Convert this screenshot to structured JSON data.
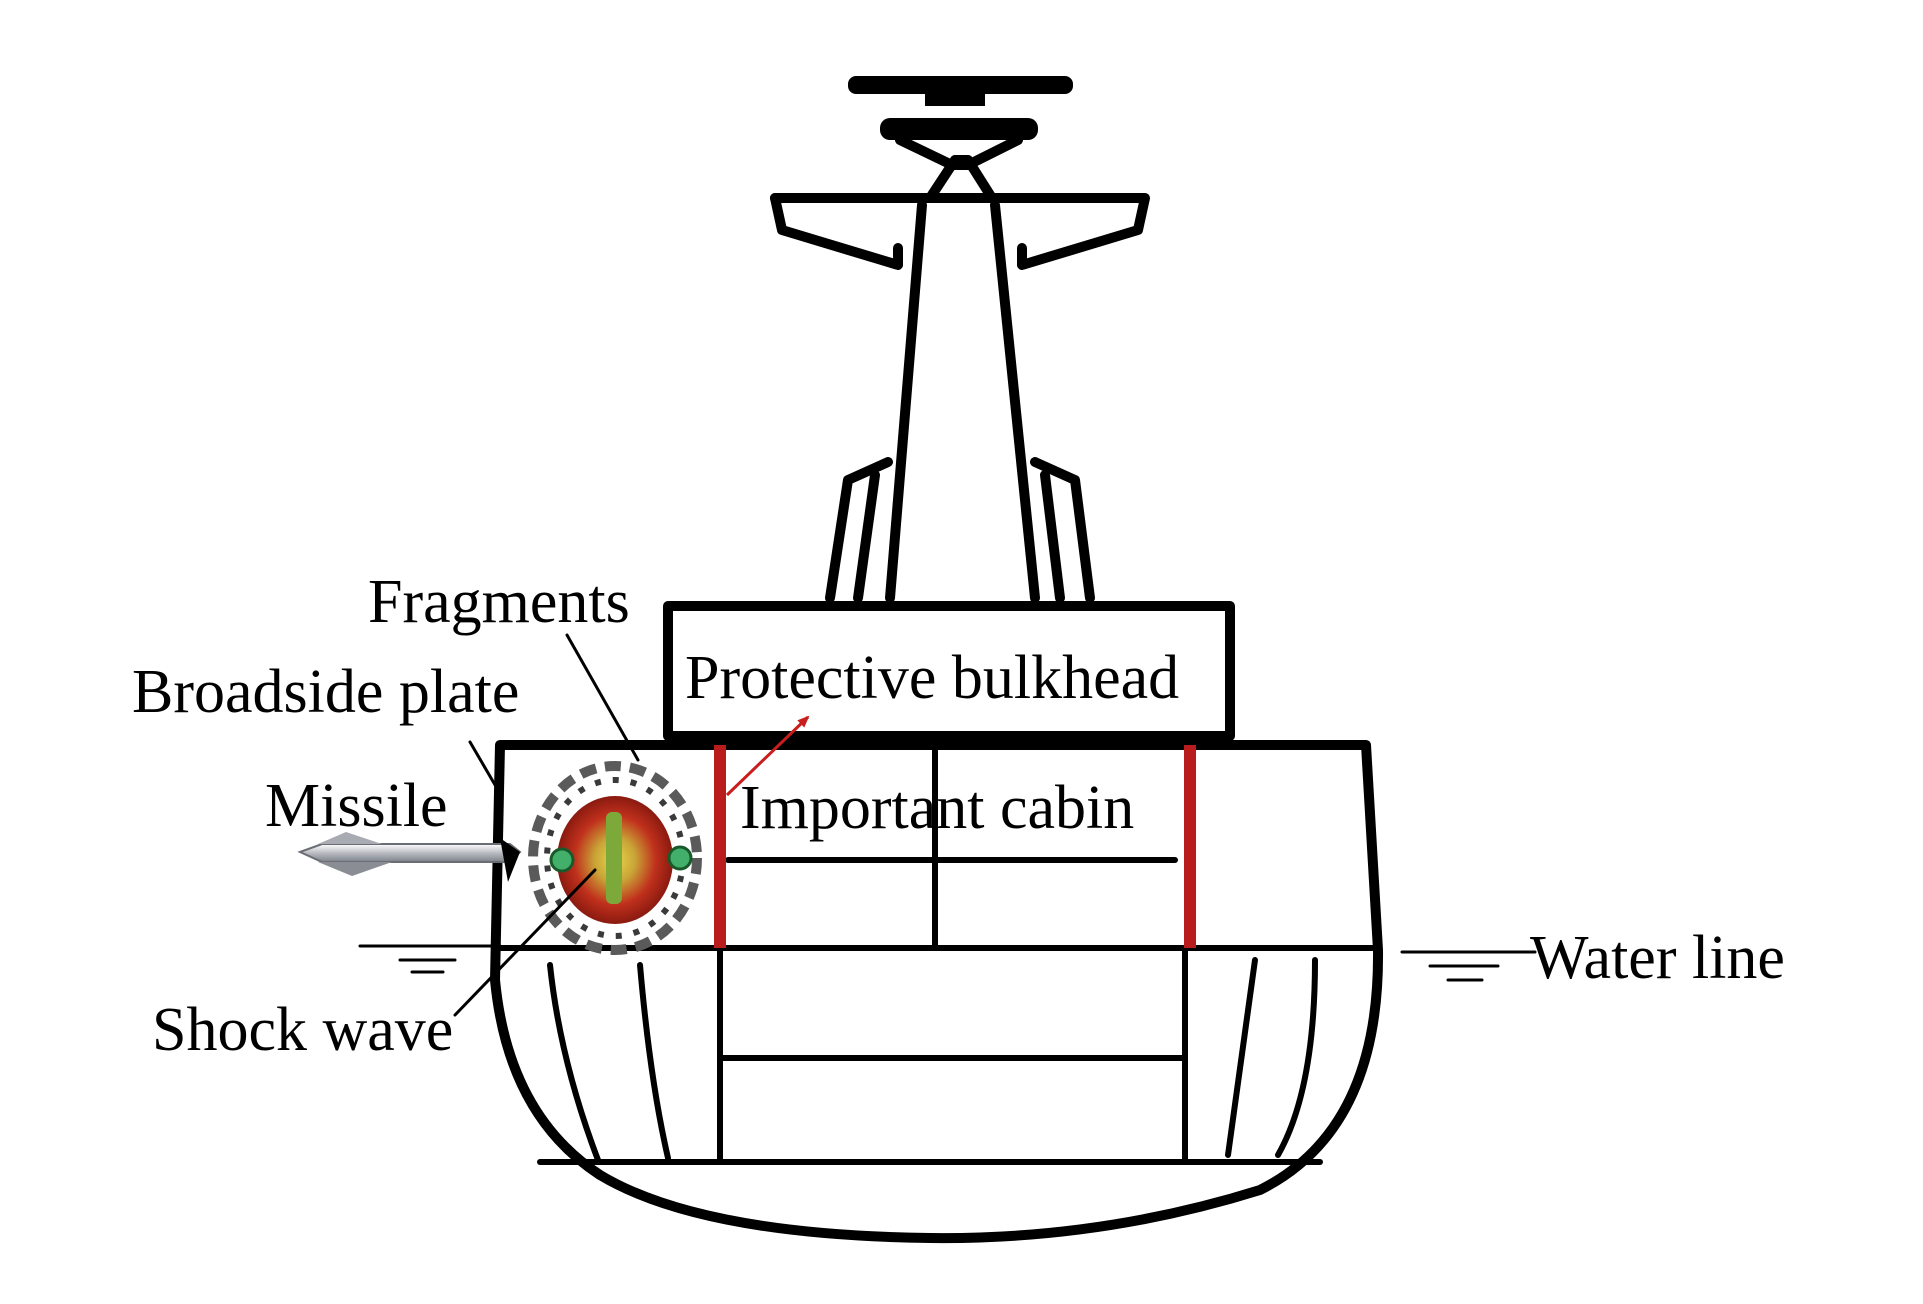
{
  "labels": {
    "fragments": "Fragments",
    "broadside_plate": "Broadside plate",
    "missile": "Missile",
    "shock_wave": "Shock wave",
    "protective_bulkhead": "Protective bulkhead",
    "important_cabin": "Important cabin",
    "water_line": "Water line"
  },
  "colors": {
    "outline": "#000000",
    "bulkhead": "#b81c1c",
    "arrow": "#c81e1e",
    "explosion_core": "#c0301c",
    "explosion_inner": "#7da83a",
    "fragment": "#5a5a5a",
    "missile_body": "#c8ccd0"
  }
}
